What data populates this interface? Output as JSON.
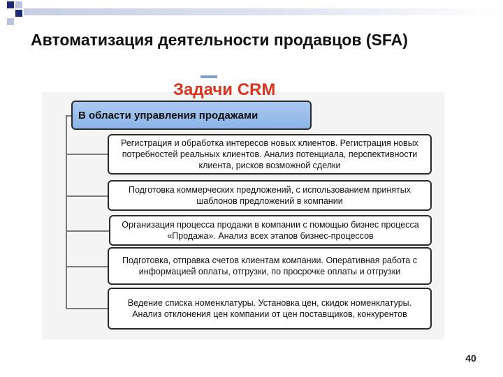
{
  "slide": {
    "title": "Автоматизация деятельности продавцов (SFA)",
    "page_number": "40"
  },
  "diagram": {
    "heading": "Задачи CRM",
    "category": "В области управления продажами",
    "tasks": [
      "Регистрация и обработка интересов новых клиентов. Регистрация новых потребностей реальных клиентов. Анализ потенциала, перспективности клиента, рисков возможной сделки",
      "Подготовка коммерческих предложений, с использованием принятых шаблонов предложений в компании",
      "Организация процесса продажи в компании с помощью бизнес процесса «Продажа». Анализ всех этапов бизнес-процессов",
      "Подготовка, отправка счетов клиентам компании. Оперативная работа с информацией оплаты, отгрузки, по просрочке оплаты и отгрузки",
      "Ведение списка номенклатуры. Установка цен, скидок номенклатуры. Анализ отклонения цен компании от цен поставщиков, конкурентов"
    ]
  },
  "colors": {
    "heading_red": "#d8341e",
    "category_blue": "#8db5e8",
    "deco_navy": "#1c2a74"
  }
}
